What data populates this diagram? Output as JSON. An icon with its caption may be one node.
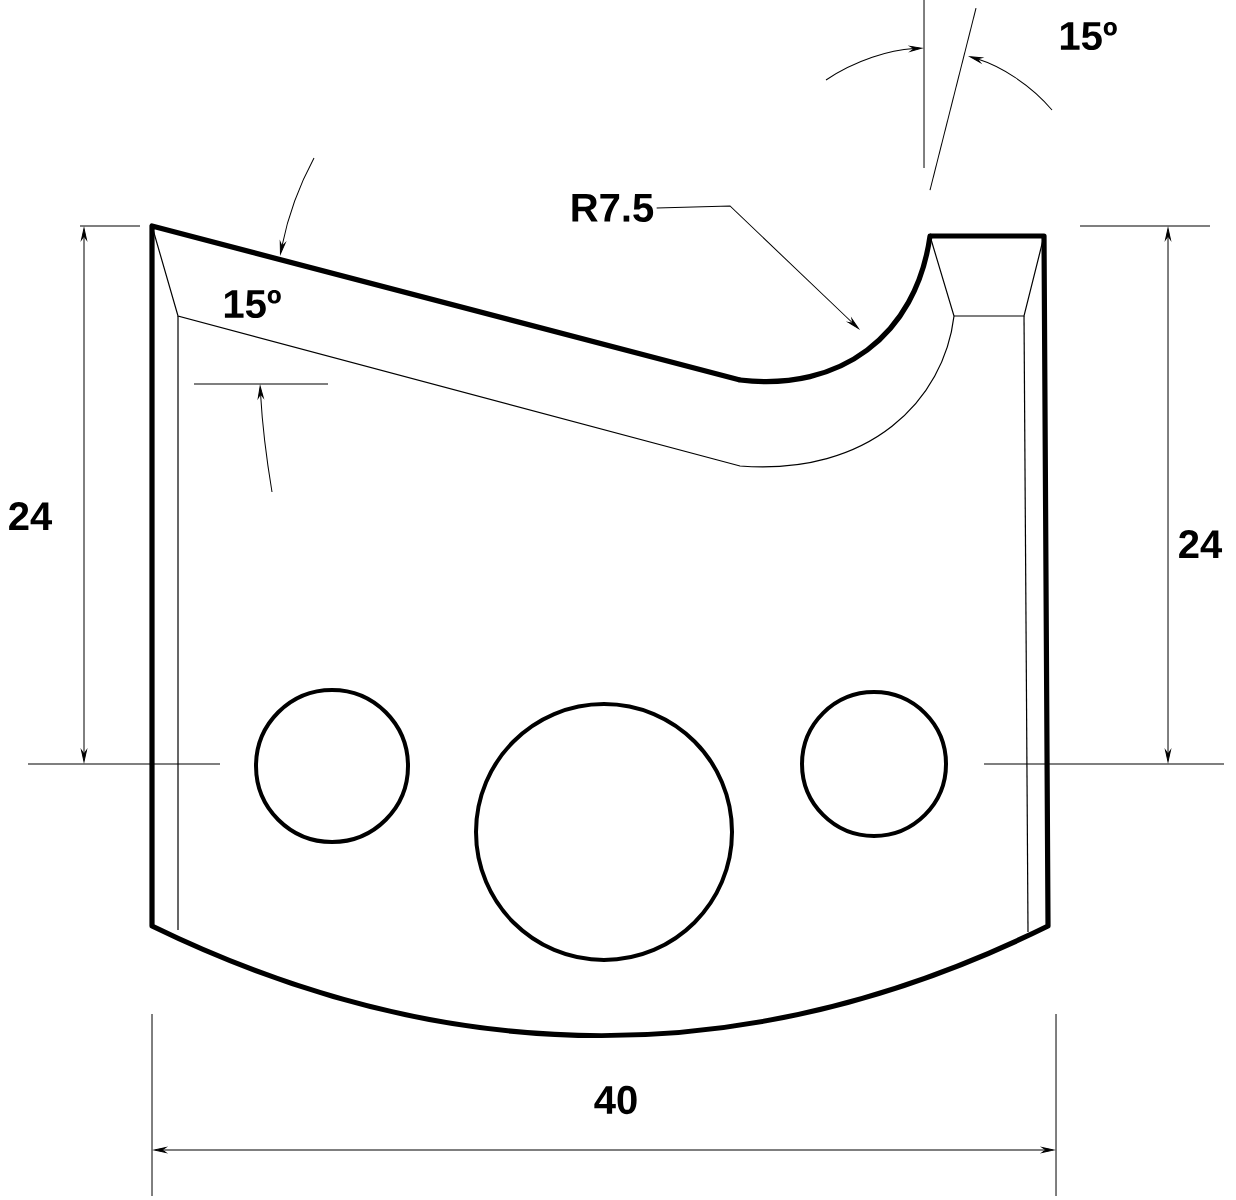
{
  "diagram": {
    "nodes": [
      {
        "text": [
          "R7.5"
        ]
      },
      {
        "text": [],
        "shape": "arc"
      }
    ],
    "edges": [
      {
        "from": 0,
        "to": 1,
        "arrow": "to"
      }
    ],
    "labels": [
      "15º",
      "15º",
      "24",
      "24",
      "40"
    ]
  }
}
